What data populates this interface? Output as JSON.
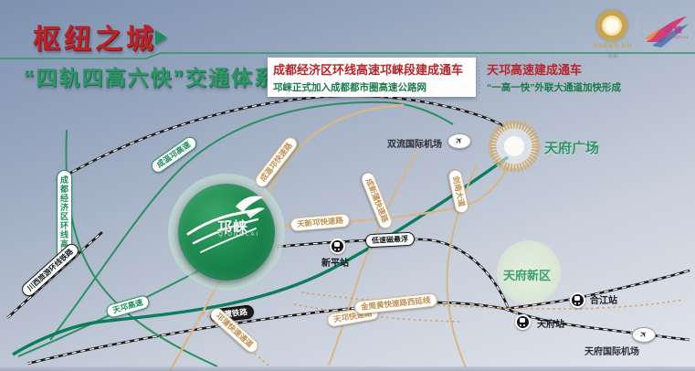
{
  "header": {
    "title": "枢纽之城",
    "subtitle": "“四轨四高六快”交通体系",
    "news_primary": {
      "headline": "成都经济区环线高速邛崃段建成通车",
      "subline": "邛崃正式加入成都都市圈高速公路网"
    },
    "news_secondary": {
      "headline": "天邛高速建成通车",
      "subline": "“一高一快”外联大通道加快形成"
    },
    "logos": {
      "chengdu": {
        "label": "CHENG DU",
        "sublabel": "成都"
      },
      "qionglai": {
        "label": "邛崃",
        "sublabel": "QIONGLAI"
      }
    }
  },
  "map": {
    "city": {
      "name": "邛崃",
      "pinyin": "QIONGLAI"
    },
    "places": {
      "tianfu_square": "天府广场",
      "tianfu_new_area": "天府新区"
    },
    "airports": {
      "shuangliu": "双流国际机场",
      "tianfu": "天府国际机场"
    },
    "stations": {
      "xinping": "新平站",
      "tianfu": "天府站",
      "hejiang": "合江站"
    },
    "roads": [
      {
        "label": "成都经济区环线高速",
        "type": "expressway"
      },
      {
        "label": "成温邛高速",
        "type": "expressway"
      },
      {
        "label": "成温邛快速路",
        "type": "fastroad"
      },
      {
        "label": "成新蒲快速路",
        "type": "fastroad"
      },
      {
        "label": "剑南大道",
        "type": "fastroad"
      },
      {
        "label": "天新邛快速路",
        "type": "fastroad"
      },
      {
        "label": "低速磁悬浮",
        "type": "rail"
      },
      {
        "label": "天邛高速",
        "type": "expressway"
      },
      {
        "label": "川藏铁路",
        "type": "rail"
      },
      {
        "label": "邛蒲快速通道",
        "type": "fastroad"
      },
      {
        "label": "金简黄快速路西延线",
        "type": "fastroad"
      },
      {
        "label": "天邛快速路",
        "type": "fastroad"
      },
      {
        "label": "川西旅游环线铁路",
        "type": "rail"
      }
    ],
    "colors": {
      "expressway_green": "#1f8a5d",
      "highlight_teal": "#0c7d5c",
      "fastroad_gold": "#d2a874",
      "rail_black": "#1a1a1a",
      "accent_red": "#b5262b"
    }
  }
}
